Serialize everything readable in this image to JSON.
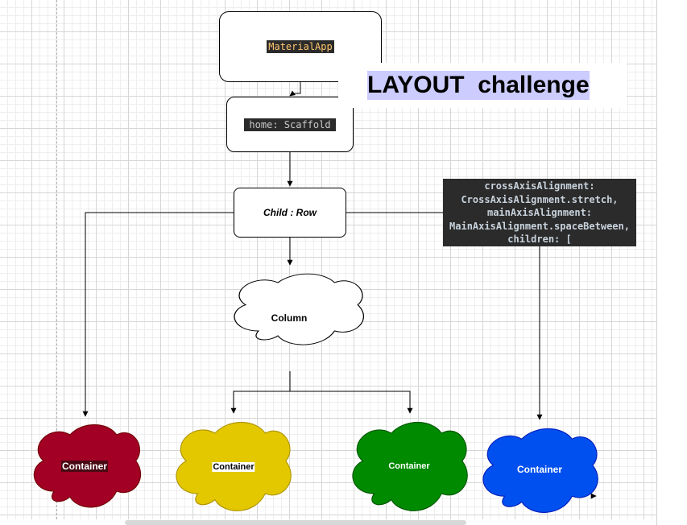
{
  "title": "LAYOUT  challenge",
  "nodes": {
    "material_app": "MaterialApp",
    "scaffold": " home: Scaffold",
    "row": "Child : Row",
    "column": "Column"
  },
  "row_props": [
    "crossAxisAlignment:",
    "CrossAxisAlignment.stretch,",
    "mainAxisAlignment:",
    "MainAxisAlignment.spaceBetween,",
    "children: ["
  ],
  "containers": [
    {
      "label": "Container",
      "color": "#a20025"
    },
    {
      "label": "Container",
      "color": "#e3c800"
    },
    {
      "label": "Container",
      "color": "#008a00"
    },
    {
      "label": "Container",
      "color": "#0050ef"
    }
  ],
  "colors": {
    "code_background": "#2b2b2b",
    "title_highlight": "#ccccff",
    "material_app_text": "#ffc66d"
  }
}
